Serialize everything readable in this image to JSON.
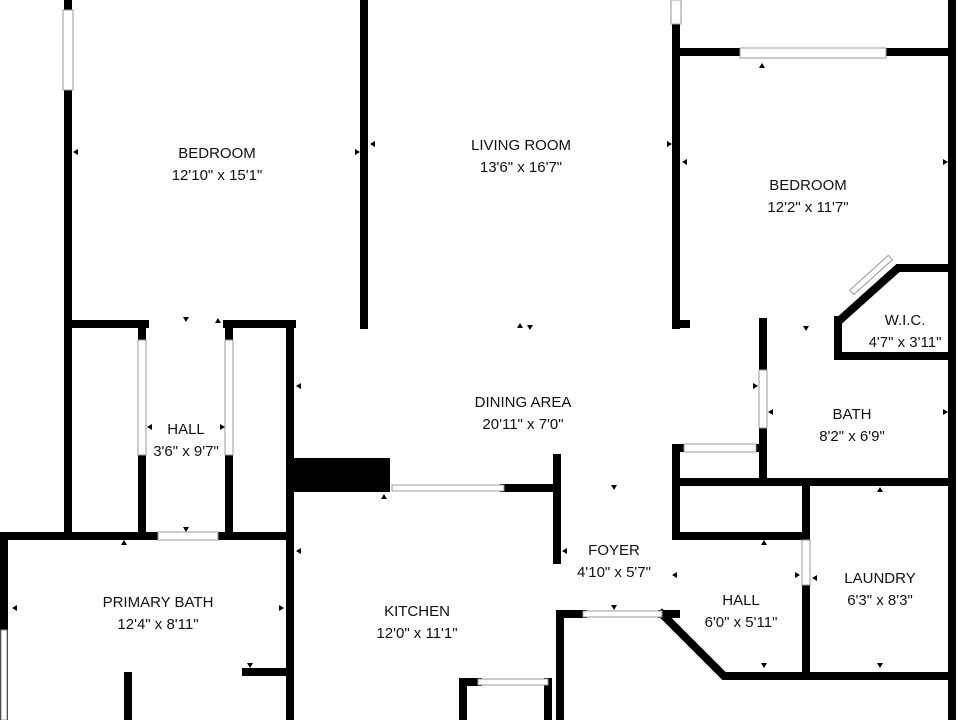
{
  "rooms": {
    "bedroom_left": {
      "name": "BEDROOM",
      "size": "12'10\" x 15'1\""
    },
    "living_room": {
      "name": "LIVING ROOM",
      "size": "13'6\" x 16'7\""
    },
    "bedroom_right": {
      "name": "BEDROOM",
      "size": "12'2\" x 11'7\""
    },
    "wic": {
      "name": "W.I.C.",
      "size": "4'7\" x 3'11\""
    },
    "hall_left": {
      "name": "HALL",
      "size": "3'6\" x 9'7\""
    },
    "dining_area": {
      "name": "DINING AREA",
      "size": "20'11\" x 7'0\""
    },
    "bath": {
      "name": "BATH",
      "size": "8'2\" x 6'9\""
    },
    "foyer": {
      "name": "FOYER",
      "size": "4'10\" x 5'7\""
    },
    "primary_bath": {
      "name": "PRIMARY BATH",
      "size": "12'4\" x 8'11\""
    },
    "kitchen": {
      "name": "KITCHEN",
      "size": "12'0\" x 11'1\""
    },
    "hall_right": {
      "name": "HALL",
      "size": "6'0\" x 5'11\""
    },
    "laundry": {
      "name": "LAUNDRY",
      "size": "6'3\" x 8'3\""
    }
  },
  "colors": {
    "wall": "#000000",
    "window": "#bfbfbf",
    "background": "#ffffff",
    "text": "#111111"
  }
}
